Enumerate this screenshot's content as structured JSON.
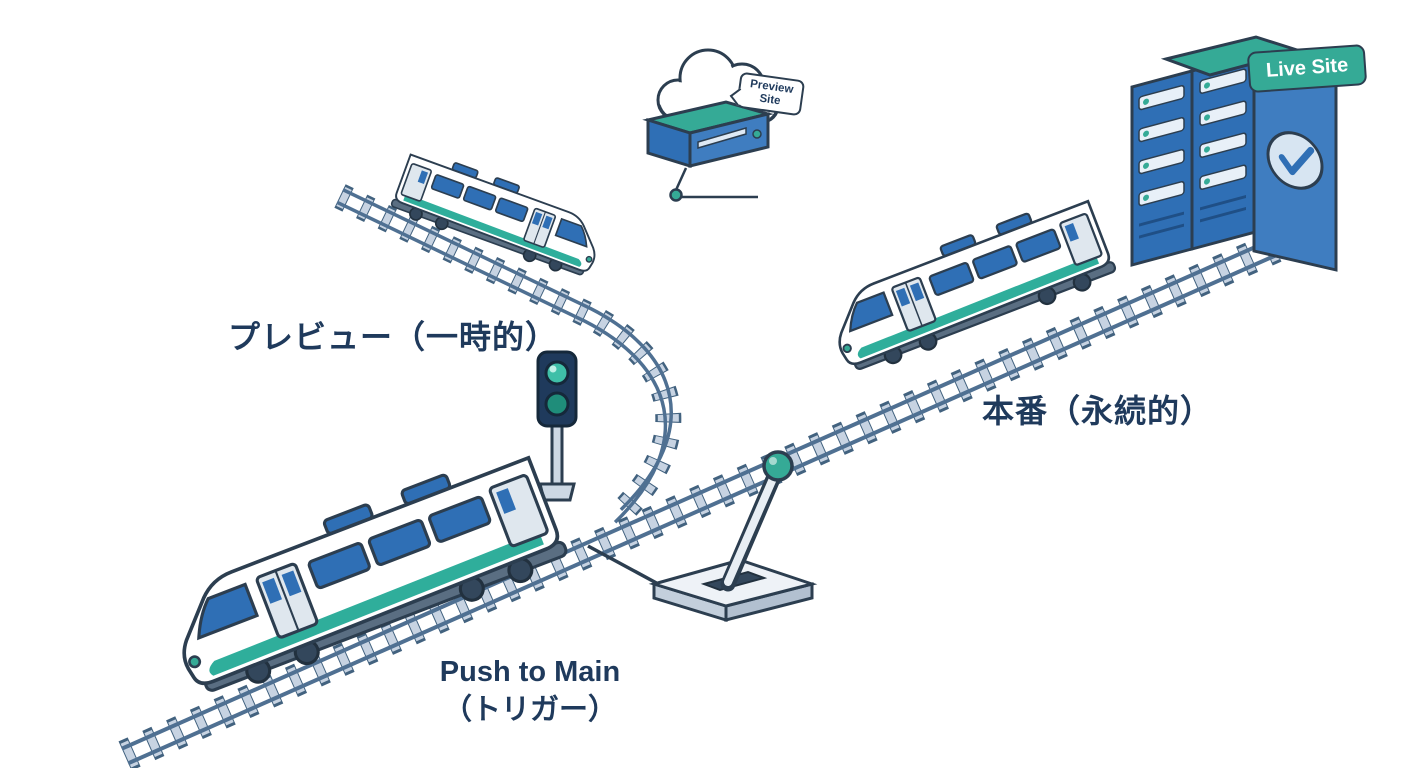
{
  "labels": {
    "preview": "プレビュー（一時的）",
    "production": "本番（永続的）",
    "trigger_line1": "Push to Main",
    "trigger_line2": "（トリガー）"
  },
  "preview_bubble": {
    "line1": "Preview",
    "line2": "Site"
  },
  "live_badge": {
    "text": "Live Site"
  },
  "colors": {
    "label_text": "#1f3a5c",
    "teal_accent": "#2fae9b",
    "blue_accent": "#2f6fb5",
    "outline": "#2c3e50",
    "track_tie": "#c7d3e2",
    "rail": "#4f7092",
    "background": "#ffffff"
  }
}
